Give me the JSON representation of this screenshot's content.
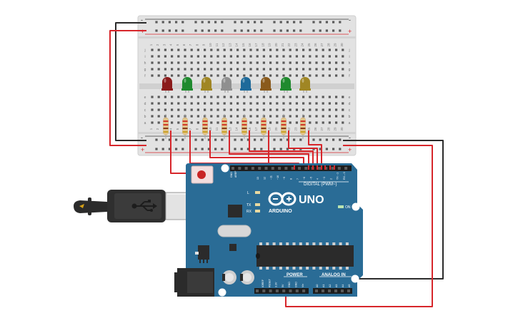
{
  "canvas": {
    "background": "#ffffff"
  },
  "breadboard": {
    "rail_symbols": [
      "-",
      "+"
    ],
    "row_letters_top": [
      "j",
      "i",
      "h",
      "g",
      "f"
    ],
    "row_letters_bottom": [
      "e",
      "d",
      "c",
      "b",
      "a"
    ],
    "column_numbers": [
      "1",
      "2",
      "3",
      "4",
      "5",
      "6",
      "7",
      "8",
      "9",
      "10",
      "11",
      "12",
      "13",
      "14",
      "15",
      "16",
      "17",
      "18",
      "19",
      "20",
      "21",
      "22",
      "23",
      "24",
      "25",
      "26",
      "27",
      "28",
      "29",
      "30"
    ]
  },
  "leds": [
    {
      "color": "#8b1a1a"
    },
    {
      "color": "#1f8a2e"
    },
    {
      "color": "#a08624"
    },
    {
      "color": "#8f8f8f"
    },
    {
      "color": "#1e6a9a"
    },
    {
      "color": "#8a5a1c"
    },
    {
      "color": "#1f8a2e"
    },
    {
      "color": "#a08624"
    }
  ],
  "arduino": {
    "board_color": "#2a6c96",
    "logo_text": "UNO",
    "brand_text": "ARDUINO",
    "digital_label": "DIGITAL (PWM~)",
    "power_label": "POWER",
    "analog_label": "ANALOG IN",
    "led_labels": [
      "L",
      "TX",
      "RX"
    ],
    "on_label": "ON",
    "aref_label": "AREF",
    "gnd_label": "GND",
    "digital_pins": [
      "13",
      "12",
      "~11",
      "~10",
      "~9",
      "8",
      "7",
      "~6",
      "~5",
      "4",
      "~3",
      "2",
      "TX→1",
      "RX←0"
    ],
    "power_pins": [
      "IOREF",
      "RESET",
      "3.3V",
      "5V",
      "GND",
      "GND",
      "Vin"
    ],
    "analog_pins": [
      "A0",
      "A1",
      "A2",
      "A3",
      "A4",
      "A5"
    ]
  },
  "wire_colors": {
    "red": "#d7262b",
    "black": "#2b2b2b"
  }
}
